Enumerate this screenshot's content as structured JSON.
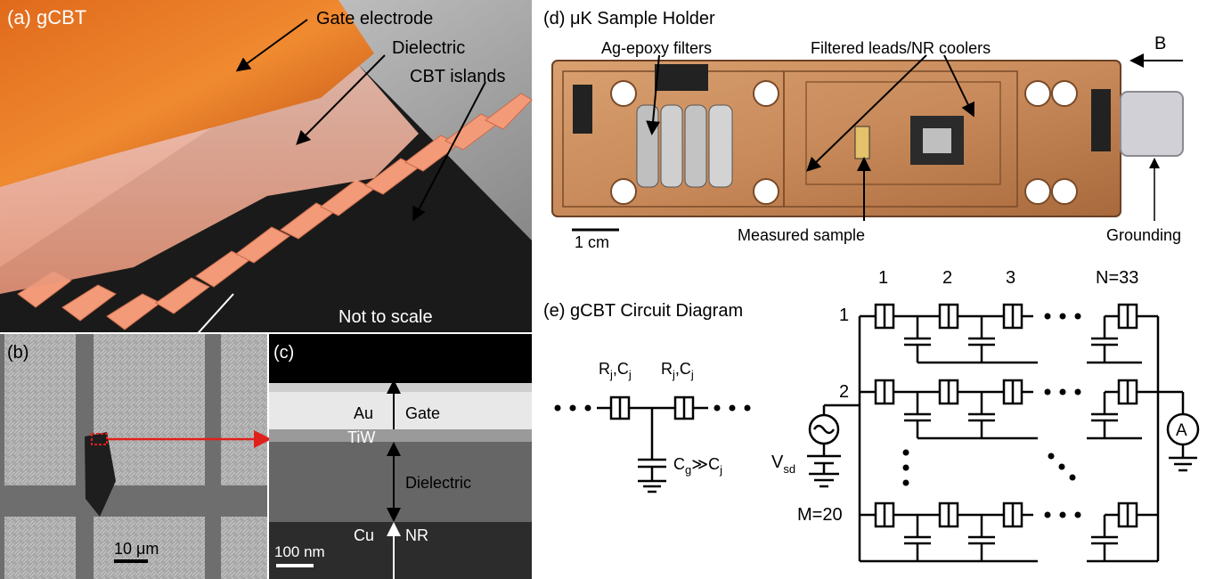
{
  "panel_a": {
    "label": "(a) gCBT",
    "gate_electrode": "Gate electrode",
    "dielectric": "Dielectric",
    "cbt_islands": "CBT islands",
    "not_to_scale": "Not to scale"
  },
  "panel_b": {
    "label": "(b)",
    "scalebar": "10 μm"
  },
  "panel_c": {
    "label": "(c)",
    "au": "Au",
    "gate": "Gate",
    "tiw": "TiW",
    "dielectric": "Dielectric",
    "cu": "Cu",
    "nr": "NR",
    "scalebar": "100 nm"
  },
  "panel_d": {
    "label": "(d) μK Sample Holder",
    "ag_epoxy": "Ag-epoxy filters",
    "filtered_leads": "Filtered leads/NR coolers",
    "b_field": "B",
    "scalebar": "1 cm",
    "measured_sample": "Measured sample",
    "grounding": "Grounding"
  },
  "panel_e": {
    "label": "(e) gCBT Circuit Diagram",
    "rj1": "R",
    "rj_sub": "j",
    "cj_comma": ",C",
    "cj_sub": "j",
    "cg": "C",
    "cg_sub": "g",
    "gg": "≫C",
    "cj2_sub": "j",
    "vsd": "V",
    "vsd_sub": "sd",
    "col1": "1",
    "col2": "2",
    "col3": "3",
    "colN": "N=33",
    "row1": "1",
    "row2": "2",
    "rowM": "M=20",
    "ammeter": "A"
  }
}
